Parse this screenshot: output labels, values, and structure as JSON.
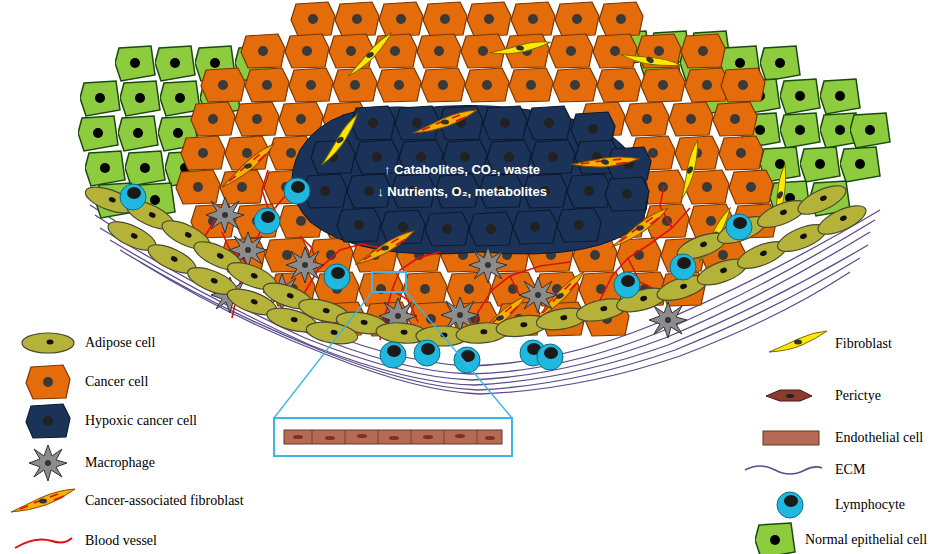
{
  "diagram": {
    "labels": [
      "↑ Catabolites, CO₂, waste",
      "↓ Nutrients, O₂, metabolites"
    ],
    "legend": [
      {
        "text": "Adipose cell"
      },
      {
        "text": "Cancer cell"
      },
      {
        "text": "Hypoxic cancer cell"
      },
      {
        "text": "Macrophage"
      },
      {
        "text": "Cancer-associated fibroblast"
      },
      {
        "text": "Blood vessel"
      },
      {
        "text": "Fibroblast"
      },
      {
        "text": "Perictye"
      },
      {
        "text": "Endothelial cell"
      },
      {
        "text": "ECM"
      },
      {
        "text": "Lymphocyte"
      },
      {
        "text": "Normal epithelial cell"
      }
    ]
  }
}
